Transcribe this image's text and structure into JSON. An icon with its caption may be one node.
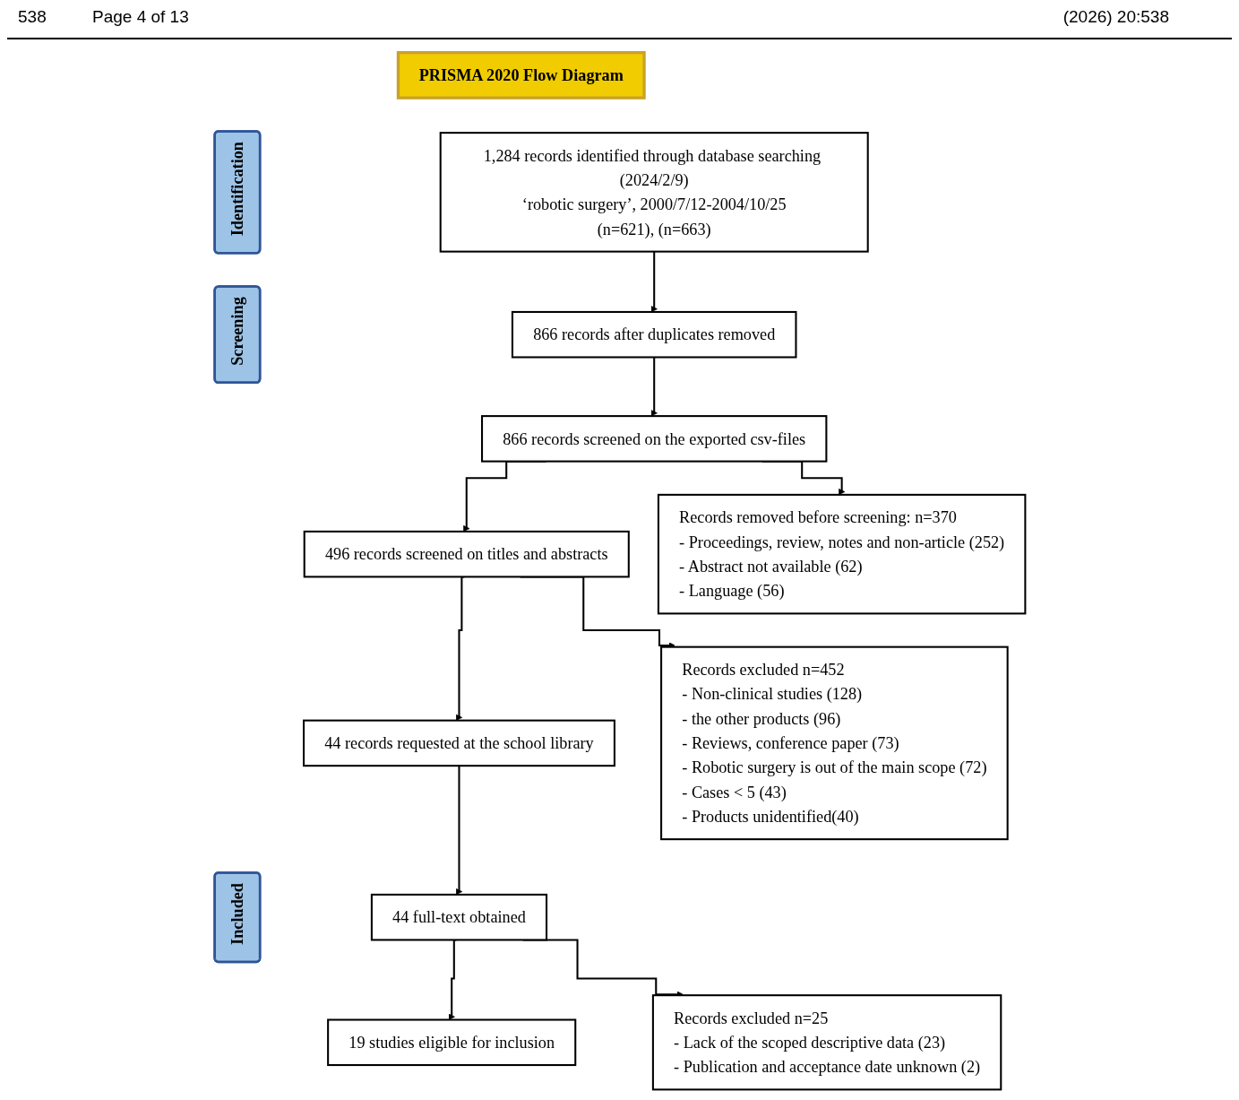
{
  "diagram": {
    "nodes": [
      {
        "text": [
          "PRISMA 2020 Flow Diagram"
        ]
      },
      {
        "text": [
          "Identification"
        ]
      },
      {
        "text": [
          "1,284 records identified through database searching (2024/2/9)",
          "‘robotic surgery’, 2000/7/12-2004/10/25",
          "(n=621), (n=663)"
        ]
      },
      {
        "text": [
          "Records removed before screening: n=370",
          "- Proceedings, review, notes and non-article (252)",
          "- Abstract not available (62)",
          "- Language (56)"
        ]
      },
      {
        "text": [
          "Screening"
        ]
      },
      {
        "text": [
          "866 records after duplicates removed"
        ]
      },
      {
        "text": [
          "866 records screened on the exported csv-files"
        ]
      },
      {
        "text": [
          "Records excluded n=452",
          "- Non-clinical studies (128)",
          "- the other products (96)",
          "- Reviews, conference paper (73)",
          "- Robotic surgery is out of the main scope (72)",
          "- Cases < 5 (43)",
          "- Products unidentified(40)"
        ]
      },
      {
        "text": [
          "496 records screened on titles and abstracts"
        ]
      },
      {
        "text": [
          "44 records requested at the school library"
        ]
      },
      {
        "text": [
          "Included"
        ]
      },
      {
        "text": [
          "44 full-text obtained"
        ]
      },
      {
        "text": [
          "Records excluded n=25",
          "- Lack of the scoped descriptive data (23)",
          "- Publication and acceptance date unknown (2)"
        ]
      },
      {
        "text": [
          "19 studies eligible for inclusion"
        ]
      }
    ],
    "edges": [
      {
        "from": 2,
        "to": 5,
        "arrow": "to"
      },
      {
        "from": 5,
        "to": 6,
        "arrow": "to"
      },
      {
        "from": 6,
        "to": 8,
        "arrow": "to"
      },
      {
        "from": 8,
        "to": 9,
        "arrow": "to"
      },
      {
        "from": 9,
        "to": 11,
        "arrow": "to"
      },
      {
        "from": 11,
        "to": 13,
        "arrow": "to"
      },
      {
        "from": 6,
        "to": 3,
        "arrow": "to"
      },
      {
        "from": 8,
        "to": 7,
        "arrow": "to"
      },
      {
        "from": 11,
        "to": 12,
        "arrow": "to"
      }
    ],
    "labels": [
      "538",
      "Page 4 of 13",
      "(2026) 20:538"
    ]
  }
}
